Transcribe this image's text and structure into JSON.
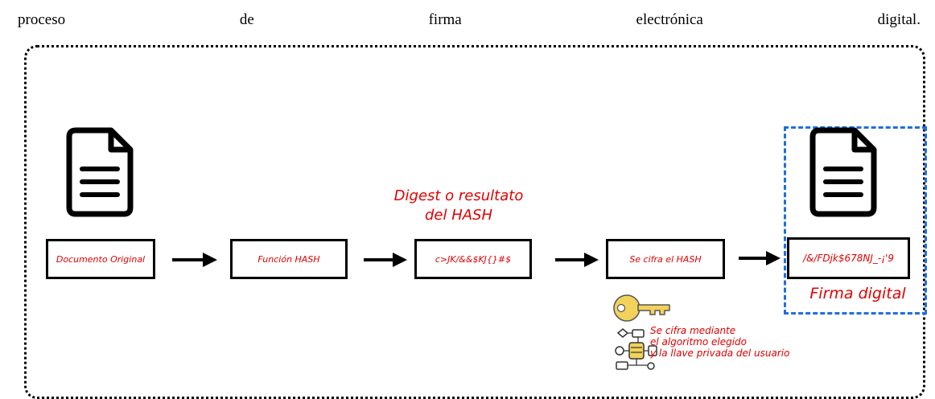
{
  "heading": {
    "words": [
      "proceso",
      "de",
      "firma",
      "electrónica",
      "digital."
    ]
  },
  "diagram": {
    "steps": [
      {
        "label": "Documento Original"
      },
      {
        "label": "Función HASH"
      },
      {
        "label": "c>JK/&&$KJ{}#$"
      },
      {
        "label": "Se cifra el HASH"
      },
      {
        "label": "/&/FDjk$678NJ_-¡'9"
      }
    ],
    "digest_label": "Digest o resultato\ndel HASH",
    "signature_label": "Firma digital",
    "encryption_note": "Se cifra mediante\nel algoritmo elegido\ny la llave privada del usuario"
  },
  "colors": {
    "accent_text": "#e00000",
    "highlight_border": "#1e6fe0",
    "key": "#f2d25a"
  },
  "icons": [
    "document-icon",
    "document-icon",
    "key-icon",
    "algorithm-icon",
    "arrow-right-icon"
  ]
}
